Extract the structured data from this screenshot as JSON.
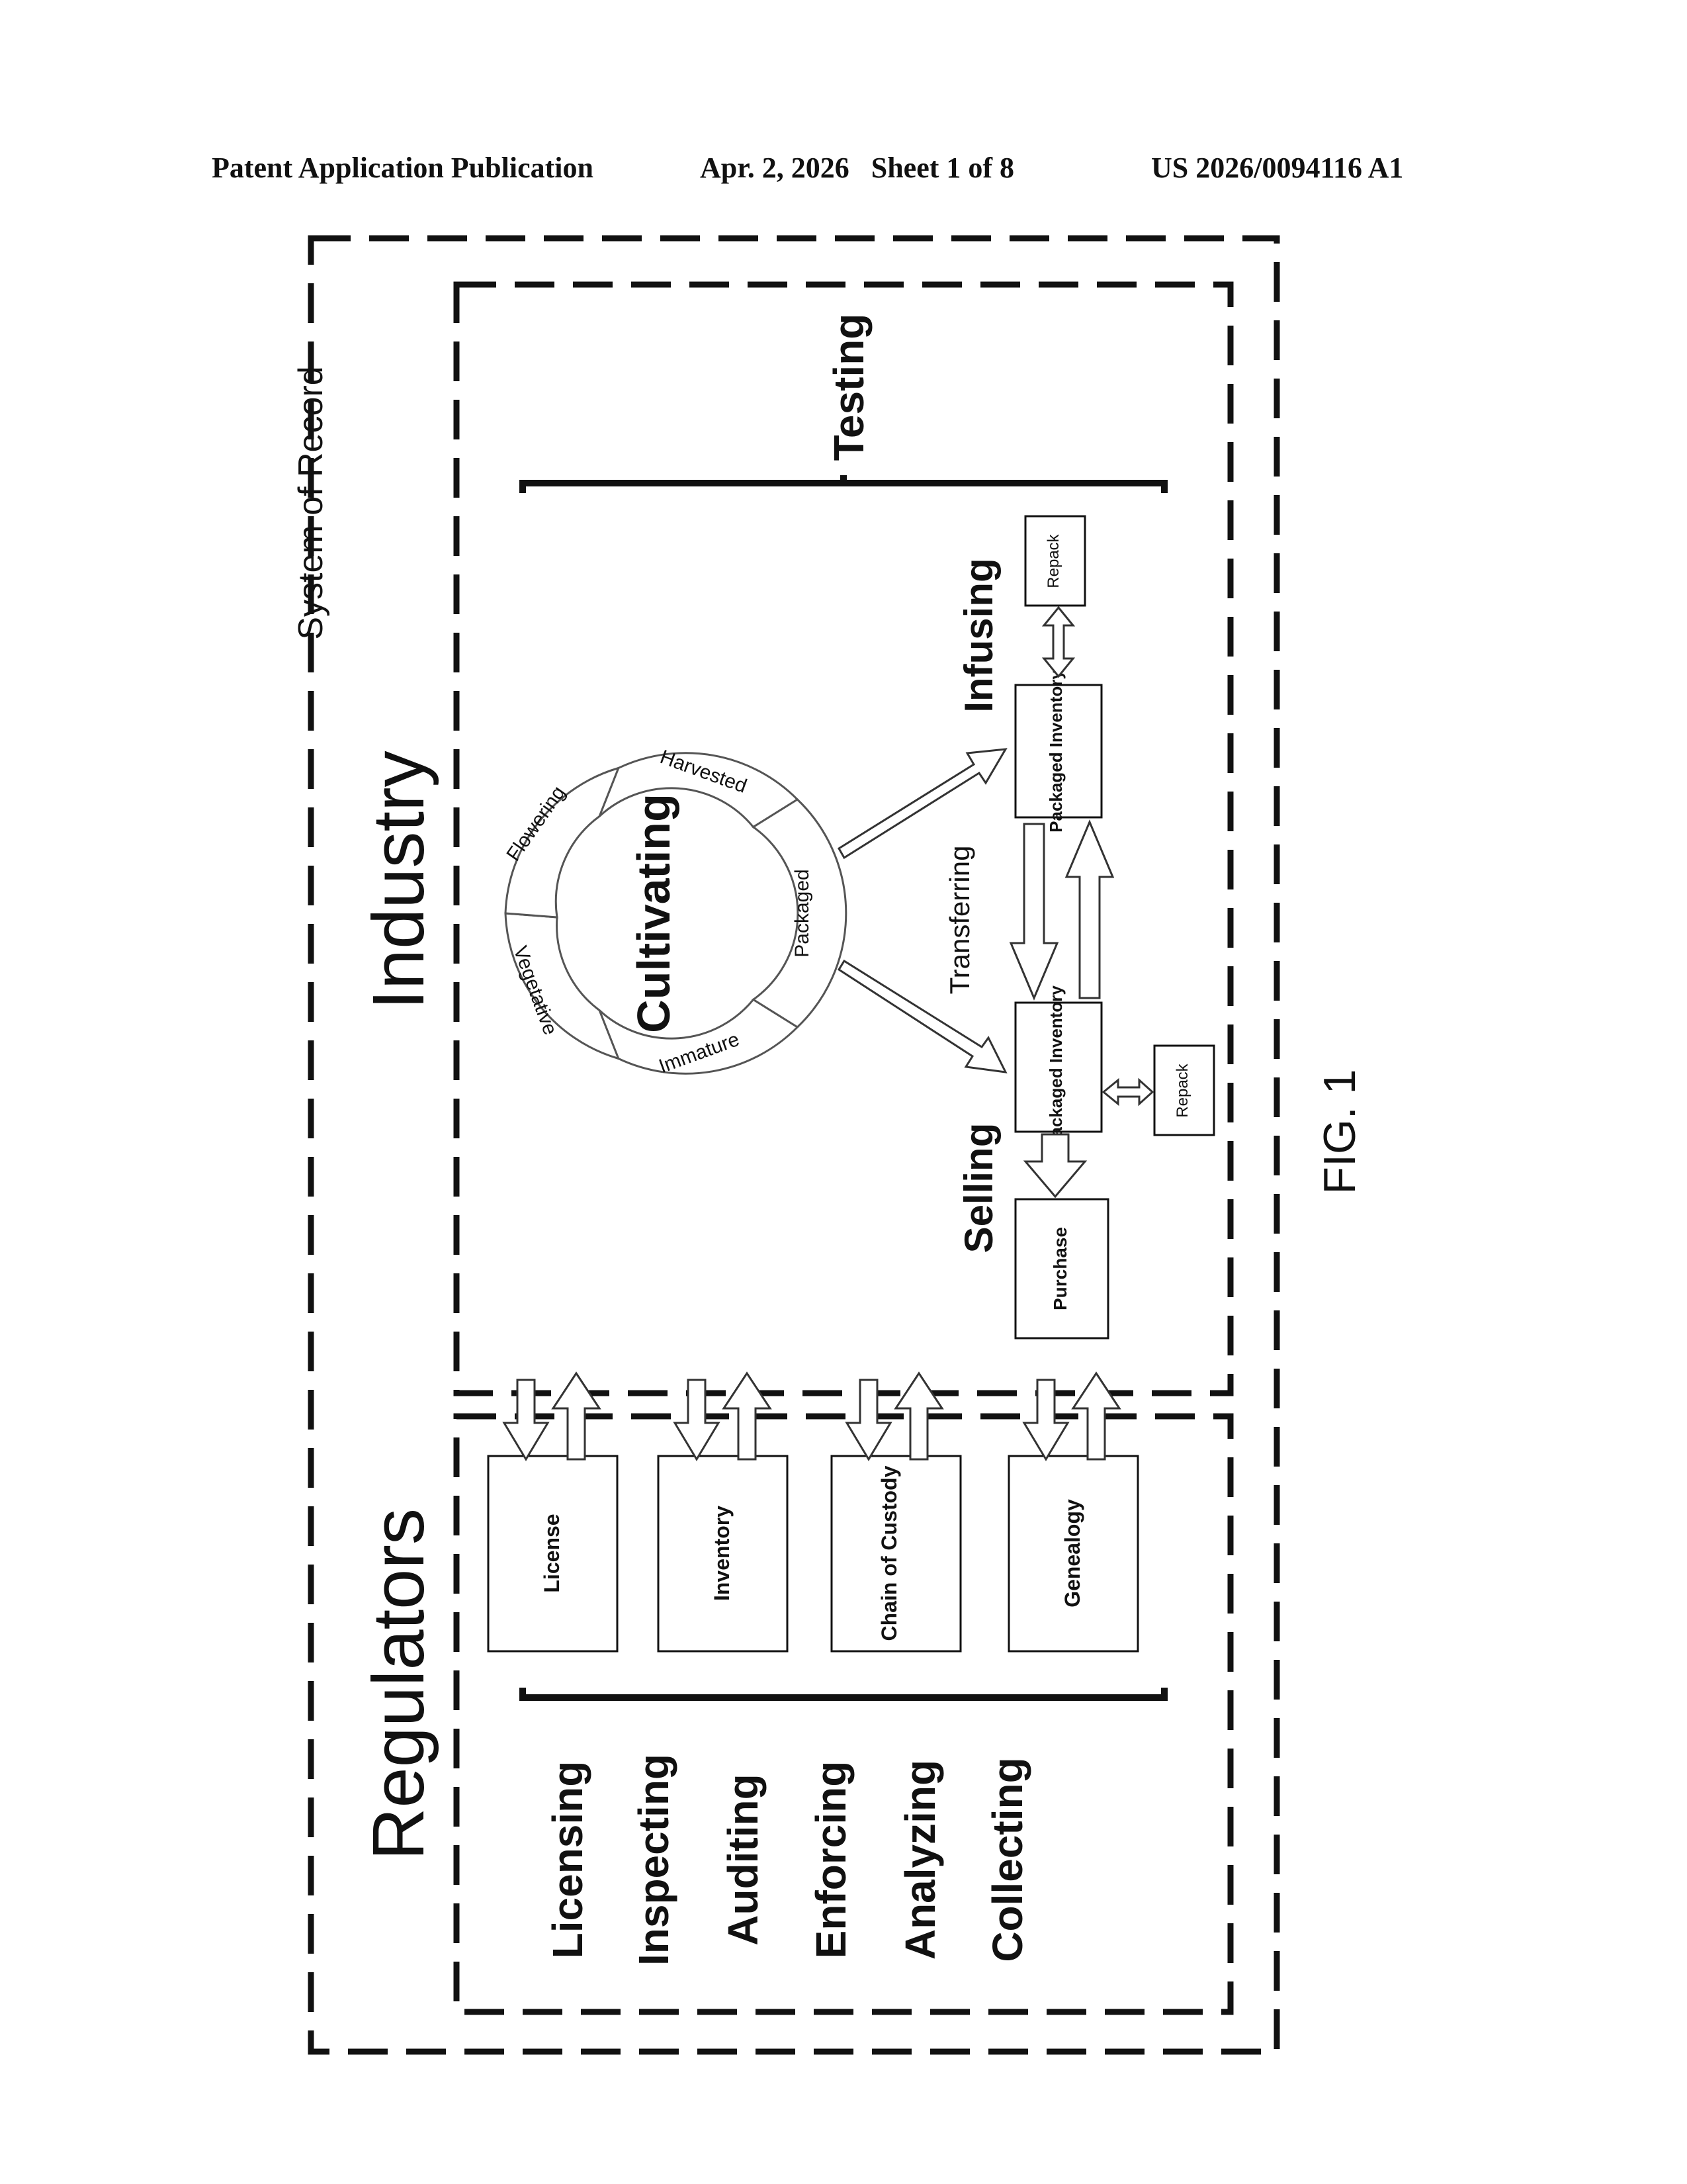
{
  "header": {
    "publication": "Patent Application Publication",
    "date_sheet": "Apr. 2, 2026   Sheet 1 of 8",
    "number": "US 2026/0094116 A1"
  },
  "figure": {
    "system_label": "System of Record",
    "industry_label": "Industry",
    "regulators_label": "Regulators",
    "testing_label": "Testing",
    "cultivating": {
      "center_label": "Cultivating",
      "segments": [
        "Harvested",
        "Flowering",
        "Vegetative",
        "Immature",
        "Packaged"
      ]
    },
    "infusing_label": "Infusing",
    "selling_label": "Selling",
    "transferring_label": "Transferring",
    "packaged_inventory_label": "Packaged Inventory",
    "repack_label": "Repack",
    "purchase_label": "Purchase",
    "regulator_boxes": [
      "License",
      "Inventory",
      "Chain of Custody",
      "Genealogy"
    ],
    "regulator_functions": [
      "Licensing",
      "Inspecting",
      "Auditing",
      "Enforcing",
      "Analyzing",
      "Collecting"
    ],
    "fig_label": "FIG. 1"
  }
}
